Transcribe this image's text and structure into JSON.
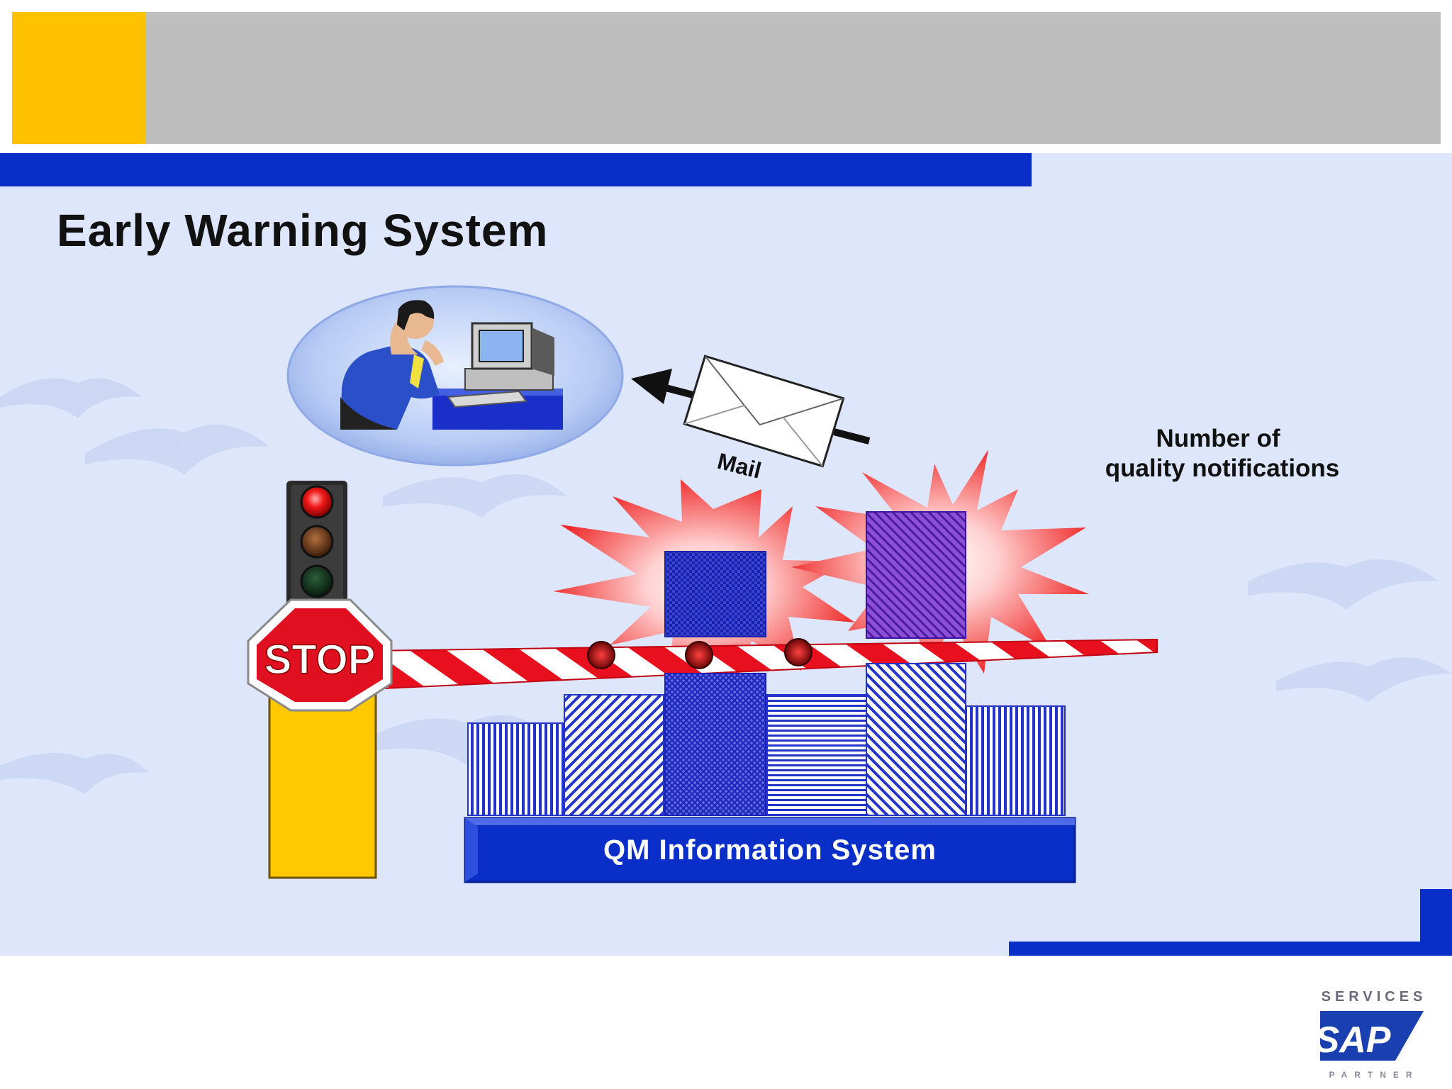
{
  "title": "Early Warning System",
  "labels": {
    "mail": "Mail",
    "notifications_line1": "Number of",
    "notifications_line2": "quality notifications",
    "stop": "STOP",
    "qm_system": "QM Information System"
  },
  "logo": {
    "top_text": "SERVICES",
    "brand": "SAP",
    "bottom_text": "PARTNER"
  },
  "colors": {
    "accent_yellow": "#FFC200",
    "header_gray": "#BEBEBE",
    "brand_blue": "#0A2FC8",
    "slide_background": "#DDE6FA",
    "alert_red": "#E8101E"
  }
}
